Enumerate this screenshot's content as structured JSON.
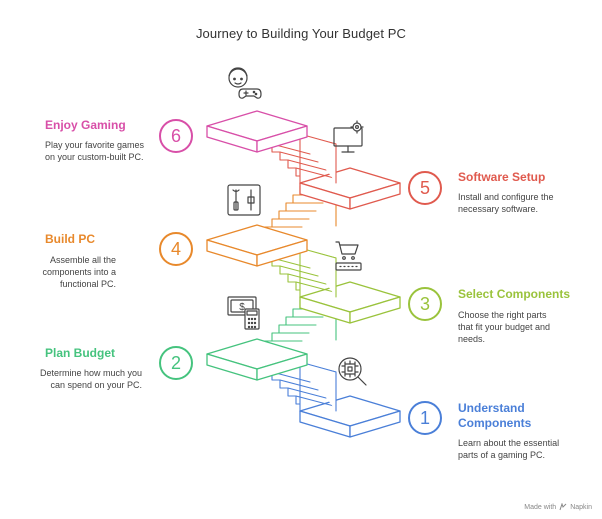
{
  "title": "Journey to Building Your Budget PC",
  "colors": {
    "step1": "#4a7fd8",
    "step2": "#45c37e",
    "step3": "#9ac33c",
    "step4": "#e8892c",
    "step5": "#e05a4e",
    "step6": "#d84fa8",
    "icon": "#444444"
  },
  "steps": [
    {
      "number": "1",
      "title_line1": "Understand",
      "title_line2": "Components",
      "desc_line1": "Learn about the essential",
      "desc_line2": "parts of a gaming PC.",
      "icon": "cpu-search-icon"
    },
    {
      "number": "2",
      "title_line1": "Plan Budget",
      "desc_line1": "Determine how much you",
      "desc_line2": "can spend on your PC.",
      "icon": "money-calculator-icon"
    },
    {
      "number": "3",
      "title_line1": "Select Components",
      "desc_line1": "Choose the right parts",
      "desc_line2": "that fit your budget and",
      "desc_line3": "needs.",
      "icon": "shopping-cart-icon"
    },
    {
      "number": "4",
      "title_line1": "Build PC",
      "desc_line1": "Assemble all the",
      "desc_line2": "components into a",
      "desc_line3": "functional PC.",
      "icon": "tools-icon"
    },
    {
      "number": "5",
      "title_line1": "Software Setup",
      "desc_line1": "Install and configure the",
      "desc_line2": "necessary software.",
      "icon": "monitor-gear-icon"
    },
    {
      "number": "6",
      "title_line1": "Enjoy Gaming",
      "desc_line1": "Play your favorite games",
      "desc_line2": "on your custom-built PC.",
      "icon": "gamer-controller-icon"
    }
  ],
  "footer": {
    "made_with": "Made with",
    "brand": "Napkin"
  }
}
